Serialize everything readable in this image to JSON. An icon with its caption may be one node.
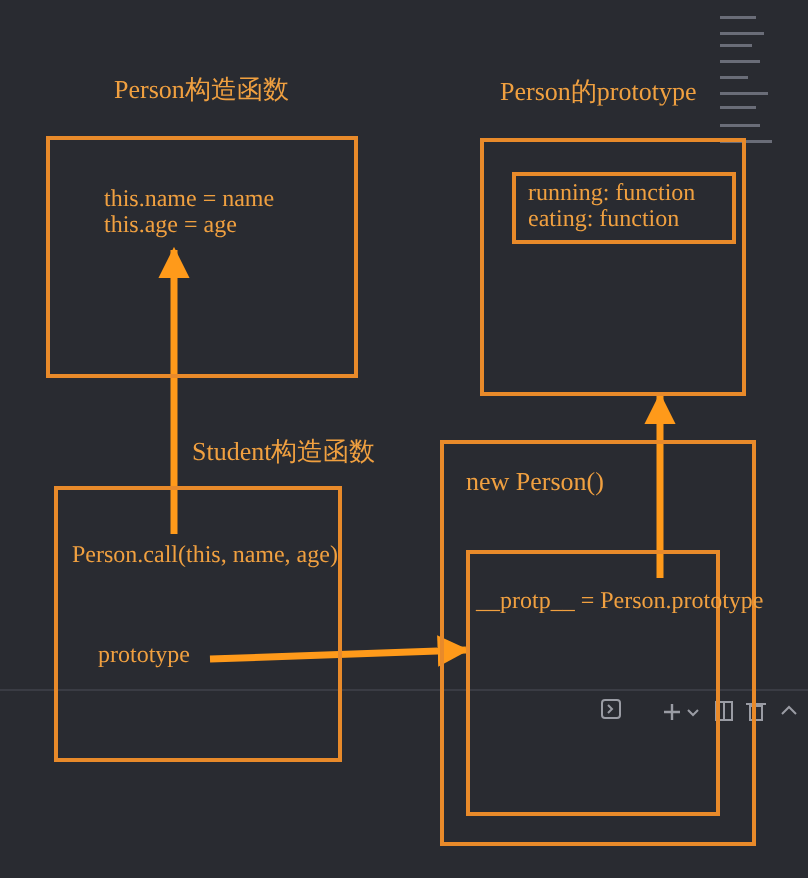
{
  "diagram": {
    "nodes": [
      {
        "text": [
          "Person构造函数"
        ]
      },
      {
        "text": [
          "this.name = name this.age = age"
        ],
        "in": 0
      },
      {
        "text": [
          "Person的prototype"
        ]
      },
      {
        "text": [
          "running: function eating: function"
        ],
        "in": 2
      },
      {
        "text": [
          "Student构造函数"
        ]
      },
      {
        "text": [
          "Person.call(this, name, age)"
        ],
        "in": 4
      },
      {
        "text": [
          "prototype"
        ],
        "in": 4
      },
      {
        "text": [
          "new Person()"
        ]
      },
      {
        "text": [],
        "shape": "box",
        "in": 7
      },
      {
        "text": [
          "__protp__ = Person.prototype"
        ],
        "in": 8
      }
    ],
    "edges": [
      {
        "from": 5,
        "to": 1,
        "arrow": "to"
      },
      {
        "from": 9,
        "to": 2,
        "arrow": "to"
      },
      {
        "from": 6,
        "to": 8,
        "arrow": "to"
      }
    ]
  }
}
